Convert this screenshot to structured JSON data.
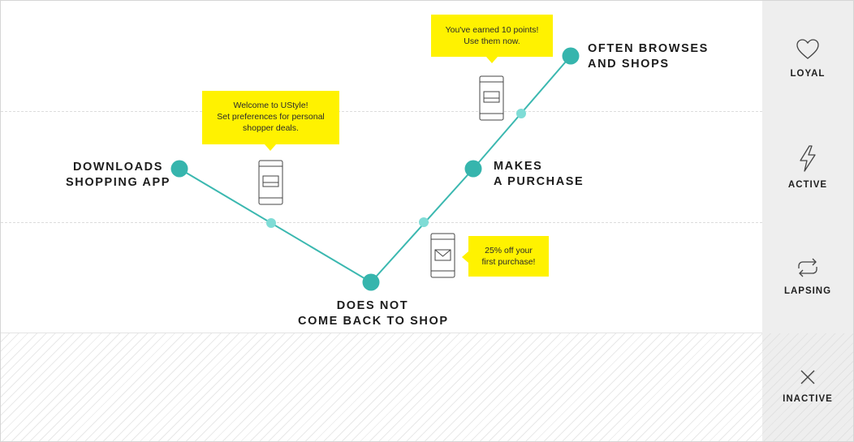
{
  "stages": [
    {
      "label": "LOYAL",
      "icon": "heart-icon"
    },
    {
      "label": "ACTIVE",
      "icon": "lightning-icon"
    },
    {
      "label": "LAPSING",
      "icon": "repeat-arrows-icon"
    },
    {
      "label": "INACTIVE",
      "icon": "close-x-icon"
    }
  ],
  "nodes": {
    "downloads": {
      "line1": "DOWNLOADS",
      "line2": "SHOPPING APP"
    },
    "does_not": {
      "line1": "DOES NOT",
      "line2": "COME BACK TO SHOP"
    },
    "purchase": {
      "line1": "MAKES",
      "line2": "A PURCHASE"
    },
    "browses": {
      "line1": "OFTEN BROWSES",
      "line2": "AND SHOPS"
    }
  },
  "callouts": {
    "welcome": "Welcome to UStyle!\nSet preferences for personal\nshopper deals.",
    "discount": "25% off your\nfirst purchase!",
    "points": "You've earned 10 points!\nUse them now."
  },
  "colors": {
    "line": "#3bb8b0",
    "node": "#36b5ad",
    "midpoint": "#7fdcd6",
    "callout": "#fff200"
  }
}
